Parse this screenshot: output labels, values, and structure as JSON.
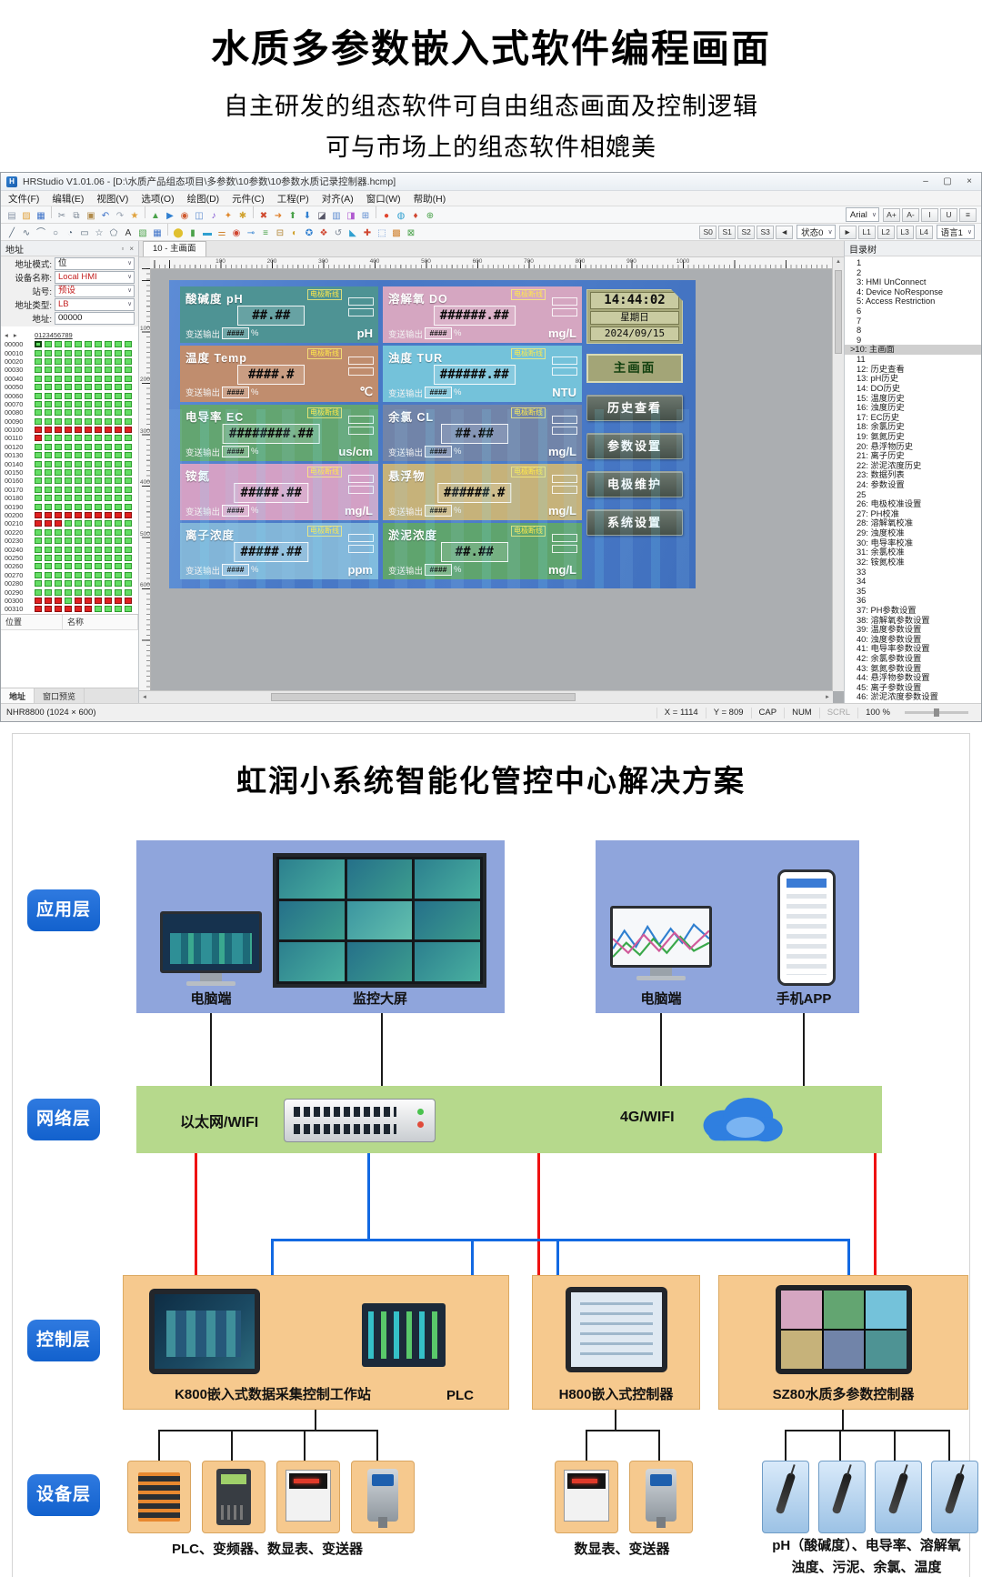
{
  "header": {
    "title": "水质多参数嵌入式软件编程画面",
    "subtitle1": "自主研发的组态软件可自由组态画面及控制逻辑",
    "subtitle2": "可与市场上的组态软件相媲美"
  },
  "app": {
    "window_title": "HRStudio V1.01.06 - [D:\\水质产品组态项目\\多参数\\10参数\\10参数水质记录控制器.hcmp]",
    "window_controls": [
      {
        "g": "–",
        "n": "minimize"
      },
      {
        "g": "▢",
        "n": "maximize"
      },
      {
        "g": "×",
        "n": "close"
      }
    ],
    "menus": [
      "文件(F)",
      "编辑(E)",
      "视图(V)",
      "选项(O)",
      "绘图(D)",
      "元件(C)",
      "工程(P)",
      "对齐(A)",
      "窗口(W)",
      "帮助(H)"
    ],
    "toolbar": {
      "font": "Arial",
      "font_tools": [
        {
          "g": "A+",
          "n": "font-increase"
        },
        {
          "g": "A-",
          "n": "font-decrease"
        },
        {
          "g": "I",
          "n": "italic"
        },
        {
          "g": "U",
          "n": "underline"
        },
        {
          "g": "≡",
          "n": "align"
        }
      ],
      "main": [
        {
          "g": "▤",
          "n": "new-file",
          "c": "#8a96a8"
        },
        {
          "g": "▨",
          "n": "open-file",
          "c": "#e0a23c"
        },
        {
          "g": "▦",
          "n": "save",
          "c": "#3d72c8"
        },
        {
          "g": "✂",
          "n": "cut",
          "c": "#7a8694"
        },
        {
          "g": "⧉",
          "n": "copy",
          "c": "#7a8694"
        },
        {
          "g": "▣",
          "n": "paste",
          "c": "#b08a4a"
        },
        {
          "g": "↶",
          "n": "undo",
          "c": "#3d72c8"
        },
        {
          "g": "↷",
          "n": "redo",
          "c": "#9aa4b2"
        },
        {
          "g": "★",
          "n": "favorite",
          "c": "#e0a23c"
        },
        {
          "g": "▲",
          "n": "compile",
          "c": "#4aa24a"
        },
        {
          "g": "▶",
          "n": "run",
          "c": "#2f7fd0"
        },
        {
          "g": "◉",
          "n": "simulate",
          "c": "#d05a2f"
        },
        {
          "g": "◫",
          "n": "screen-manager",
          "c": "#5a8ad0"
        },
        {
          "g": "♪",
          "n": "audio",
          "c": "#7a4ad0"
        },
        {
          "g": "✦",
          "n": "effect",
          "c": "#e08a2f"
        },
        {
          "g": "✱",
          "n": "settings",
          "c": "#d0a22f"
        },
        {
          "g": "✖",
          "n": "delete",
          "c": "#d04a2f"
        },
        {
          "g": "➜",
          "n": "jump",
          "c": "#e0822f"
        },
        {
          "g": "⬆",
          "n": "upload",
          "c": "#4aa24a"
        },
        {
          "g": "⬇",
          "n": "download",
          "c": "#2f7fd0"
        },
        {
          "g": "◪",
          "n": "device",
          "c": "#556"
        },
        {
          "g": "▥",
          "n": "library",
          "c": "#5a8ad0"
        },
        {
          "g": "◨",
          "n": "split-window",
          "c": "#b05ad0"
        },
        {
          "g": "⊞",
          "n": "grid-view",
          "c": "#5a8ad0"
        },
        {
          "g": "●",
          "n": "record",
          "c": "#e0452f"
        },
        {
          "g": "◍",
          "n": "preview",
          "c": "#2f9fd0"
        },
        {
          "g": "♦",
          "n": "objects",
          "c": "#d0452f"
        },
        {
          "g": "⊕",
          "n": "add-element",
          "c": "#4aa24a"
        }
      ],
      "draw": [
        {
          "g": "╱",
          "n": "line-tool",
          "c": "#5a6b7c"
        },
        {
          "g": "∿",
          "n": "curve-tool",
          "c": "#5a6b7c"
        },
        {
          "g": "⌒",
          "n": "arc-tool",
          "c": "#5a6b7c"
        },
        {
          "g": "○",
          "n": "ellipse-tool",
          "c": "#5a6b7c"
        },
        {
          "g": "◔",
          "n": "pie-tool",
          "c": "#5a6b7c"
        },
        {
          "g": "▭",
          "n": "rect-tool",
          "c": "#5a6b7c"
        },
        {
          "g": "☆",
          "n": "star-tool",
          "c": "#5a6b7c"
        },
        {
          "g": "⬠",
          "n": "polygon-tool",
          "c": "#5a6b7c"
        },
        {
          "g": "A",
          "n": "text-tool",
          "c": "#333"
        },
        {
          "g": "▧",
          "n": "image-tool",
          "c": "#4aa24a"
        },
        {
          "g": "▦",
          "n": "table-tool",
          "c": "#3d72c8"
        },
        {
          "g": "⬤",
          "n": "lamp-element",
          "c": "#e0c02f"
        },
        {
          "g": "▮",
          "n": "switch-element",
          "c": "#4aa24a"
        },
        {
          "g": "▬",
          "n": "bar-element",
          "c": "#2f9fd0"
        },
        {
          "g": "⚌",
          "n": "slider-element",
          "c": "#d0822f"
        },
        {
          "g": "◉",
          "n": "button-element",
          "c": "#d0452f"
        },
        {
          "g": "⊸",
          "n": "pipe-element",
          "c": "#2f7fd0"
        },
        {
          "g": "≡",
          "n": "list-element",
          "c": "#4aa24a"
        },
        {
          "g": "⊟",
          "n": "numeric-element",
          "c": "#b0822f"
        },
        {
          "g": "◐",
          "n": "gauge-element",
          "c": "#d0a22f"
        },
        {
          "g": "✪",
          "n": "meter-element",
          "c": "#2f7fd0"
        },
        {
          "g": "❖",
          "n": "alarm-element",
          "c": "#d0452f"
        },
        {
          "g": "↺",
          "n": "history-element",
          "c": "#7a8694"
        },
        {
          "g": "◣",
          "n": "trend-element",
          "c": "#2f9fd0"
        },
        {
          "g": "✚",
          "n": "cross-element",
          "c": "#d0452f"
        },
        {
          "g": "⬚",
          "n": "frame-element",
          "c": "#5a8ad0"
        },
        {
          "g": "▩",
          "n": "recipe-element",
          "c": "#d0822f"
        },
        {
          "g": "⊠",
          "n": "keypad-element",
          "c": "#4aa24a"
        }
      ],
      "states": [
        "S0",
        "S1",
        "S2",
        "S3"
      ],
      "state_combo": "状态0",
      "langs": [
        "L1",
        "L2",
        "L3",
        "L4"
      ],
      "lang_combo": "语言1"
    },
    "address_panel": {
      "title": "地址",
      "fields": [
        {
          "label": "地址模式:",
          "value": "位",
          "red": false,
          "input": false
        },
        {
          "label": "设备名称:",
          "value": "Local HMI",
          "red": true,
          "input": false
        },
        {
          "label": "站号:",
          "value": "预设",
          "red": true,
          "input": false
        },
        {
          "label": "地址类型:",
          "value": "LB",
          "red": true,
          "input": false
        },
        {
          "label": "地址:",
          "value": "00000",
          "red": false,
          "input": true
        }
      ],
      "grid": {
        "arrows": "◂ ▸",
        "cols": [
          "0",
          "1",
          "2",
          "3",
          "4",
          "5",
          "6",
          "7",
          "8",
          "9"
        ],
        "rows": [
          {
            "addr": "00000",
            "cells": "sggggggggg"
          },
          {
            "addr": "00010",
            "cells": "gggggggggg"
          },
          {
            "addr": "00020",
            "cells": "gggggggggg"
          },
          {
            "addr": "00030",
            "cells": "gggggggggg"
          },
          {
            "addr": "00040",
            "cells": "gggggggggg"
          },
          {
            "addr": "00050",
            "cells": "gggggggggg"
          },
          {
            "addr": "00060",
            "cells": "gggggggggg"
          },
          {
            "addr": "00070",
            "cells": "gggggggggg"
          },
          {
            "addr": "00080",
            "cells": "gggggggggg"
          },
          {
            "addr": "00090",
            "cells": "gggggggggg"
          },
          {
            "addr": "00100",
            "cells": "rrrrrrrrrr"
          },
          {
            "addr": "00110",
            "cells": "rggggggggg"
          },
          {
            "addr": "00120",
            "cells": "gggggggggg"
          },
          {
            "addr": "00130",
            "cells": "gggggggggg"
          },
          {
            "addr": "00140",
            "cells": "gggggggggg"
          },
          {
            "addr": "00150",
            "cells": "gggggggggg"
          },
          {
            "addr": "00160",
            "cells": "gggggggggg"
          },
          {
            "addr": "00170",
            "cells": "gggggggggg"
          },
          {
            "addr": "00180",
            "cells": "gggggggggg"
          },
          {
            "addr": "00190",
            "cells": "gggggggggg"
          },
          {
            "addr": "00200",
            "cells": "rrrrrrrrrr"
          },
          {
            "addr": "00210",
            "cells": "rrrggggggg"
          },
          {
            "addr": "00220",
            "cells": "gggggggggg"
          },
          {
            "addr": "00230",
            "cells": "gggggggggg"
          },
          {
            "addr": "00240",
            "cells": "gggggggggg"
          },
          {
            "addr": "00250",
            "cells": "gggggggggg"
          },
          {
            "addr": "00260",
            "cells": "gggggggggg"
          },
          {
            "addr": "00270",
            "cells": "gggggggggg"
          },
          {
            "addr": "00280",
            "cells": "gggggggggg"
          },
          {
            "addr": "00290",
            "cells": "gggggggggg"
          },
          {
            "addr": "00300",
            "cells": "rrrgrrrrrr"
          },
          {
            "addr": "00310",
            "cells": "rrrrrrgggg"
          }
        ]
      },
      "footer_cols": [
        "位置",
        "名称"
      ],
      "tabs": [
        "地址",
        "窗口预览"
      ]
    },
    "canvas": {
      "tab": "10 - 主画面",
      "ruler_h": [
        100,
        200,
        300,
        400,
        500,
        600,
        700,
        800,
        900,
        1000
      ],
      "ruler_v": [
        100,
        200,
        300,
        400,
        500,
        600
      ]
    },
    "screen": {
      "output_label": "变送输出",
      "percent": "%",
      "tiles": [
        {
          "name": "酸碱度",
          "code": "pH",
          "alarm": "电极断线",
          "value": "##.##",
          "out": "####",
          "unit": "pH",
          "color": "#4e9394"
        },
        {
          "name": "溶解氧",
          "code": "DO",
          "alarm": "电极断线",
          "value": "######.##",
          "out": "####",
          "unit": "mg/L",
          "color": "#d5a6c1"
        },
        {
          "name": "温度",
          "code": "Temp",
          "alarm": "电极断线",
          "value": "####.#",
          "out": "####",
          "unit": "℃",
          "color": "#c08d6e"
        },
        {
          "name": "浊度",
          "code": "TUR",
          "alarm": "电极断线",
          "value": "######.##",
          "out": "####",
          "unit": "NTU",
          "color": "#74c2da"
        },
        {
          "name": "电导率",
          "code": "EC",
          "alarm": "电极断线",
          "value": "########.##",
          "out": "####",
          "unit": "us/cm",
          "color": "#63a571"
        },
        {
          "name": "余氯",
          "code": "CL",
          "alarm": "电极断线",
          "value": "##.##",
          "out": "####",
          "unit": "mg/L",
          "color": "#7184a9"
        },
        {
          "name": "铵氮",
          "code": "",
          "alarm": "电极断线",
          "value": "#####.##",
          "out": "####",
          "unit": "mg/L",
          "color": "#d3a0c5"
        },
        {
          "name": "悬浮物",
          "code": "",
          "alarm": "电极断线",
          "value": "######.#",
          "out": "####",
          "unit": "mg/L",
          "color": "#c6b27a"
        },
        {
          "name": "离子浓度",
          "code": "",
          "alarm": "电极断线",
          "value": "#####.##",
          "out": "####",
          "unit": "ppm",
          "color": "#82b5d8"
        },
        {
          "name": "淤泥浓度",
          "code": "",
          "alarm": "电极断线",
          "value": "##.##",
          "out": "####",
          "unit": "mg/L",
          "color": "#5fa46e"
        }
      ],
      "clock": {
        "time": "14:44:02",
        "weekday": "星期日",
        "date": "2024/09/15"
      },
      "home": "主画面",
      "nav": [
        "历史查看",
        "参数设置",
        "电极维护",
        "系统设置"
      ]
    },
    "tree": {
      "title": "目录树",
      "items": [
        {
          "t": "1"
        },
        {
          "t": "2"
        },
        {
          "t": "3: HMI UnConnect"
        },
        {
          "t": "4: Device NoResponse"
        },
        {
          "t": "5: Access Restriction"
        },
        {
          "t": "6"
        },
        {
          "t": "7"
        },
        {
          "t": "8"
        },
        {
          "t": "9"
        },
        {
          "t": ">10: 主画面",
          "sel": true
        },
        {
          "t": "11"
        },
        {
          "t": "12: 历史查看"
        },
        {
          "t": "13: pH历史"
        },
        {
          "t": "14: DO历史"
        },
        {
          "t": "15: 温度历史"
        },
        {
          "t": "16: 浊度历史"
        },
        {
          "t": "17: EC历史"
        },
        {
          "t": "18: 余氯历史"
        },
        {
          "t": "19: 氨氮历史"
        },
        {
          "t": "20: 悬浮物历史"
        },
        {
          "t": "21: 离子历史"
        },
        {
          "t": "22: 淤泥浓度历史"
        },
        {
          "t": "23: 数据列表"
        },
        {
          "t": "24: 参数设置"
        },
        {
          "t": "25"
        },
        {
          "t": "26: 电极校准设置"
        },
        {
          "t": "27: PH校准"
        },
        {
          "t": "28: 溶解氧校准"
        },
        {
          "t": "29: 浊度校准"
        },
        {
          "t": "30: 电导率校准"
        },
        {
          "t": "31: 余氯校准"
        },
        {
          "t": "32: 铵氮校准"
        },
        {
          "t": "33"
        },
        {
          "t": "34"
        },
        {
          "t": "35"
        },
        {
          "t": "36"
        },
        {
          "t": "37: PH参数设置"
        },
        {
          "t": "38: 溶解氧参数设置"
        },
        {
          "t": "39: 温度参数设置"
        },
        {
          "t": "40: 浊度参数设置"
        },
        {
          "t": "41: 电导率参数设置"
        },
        {
          "t": "42: 余氯参数设置"
        },
        {
          "t": "43: 氨氮参数设置"
        },
        {
          "t": "44: 悬浮物参数设置"
        },
        {
          "t": "45: 离子参数设置"
        },
        {
          "t": "46: 淤泥浓度参数设置"
        }
      ]
    },
    "status": {
      "device": "NHR8800 (1024 × 600)",
      "x": "X = 1114",
      "y": "Y = 809",
      "flags": [
        "CAP",
        "NUM",
        "SCRL"
      ],
      "zoom": "100 %"
    }
  },
  "poster": {
    "title": "虹润小系统智能化管控中心解决方案",
    "layers": [
      "应用层",
      "网络层",
      "控制层",
      "设备层"
    ],
    "app_labels": [
      "电脑端",
      "监控大屏",
      "电脑端",
      "手机APP"
    ],
    "network_labels": [
      "以太网/WIFI",
      "4G/WIFI"
    ],
    "control_panels": [
      {
        "label": "K800嵌入式数据采集控制工作站",
        "label2": "PLC"
      },
      {
        "label": "H800嵌入式控制器"
      },
      {
        "label": "SZ80水质多参数控制器"
      }
    ],
    "device_groups": [
      {
        "label": "PLC、变频器、数显表、变送器",
        "tiles": [
          "plc",
          "vfd",
          "meter",
          "transmitter"
        ]
      },
      {
        "label": "数显表、变送器",
        "tiles": [
          "meter",
          "transmitter"
        ]
      },
      {
        "label": "pH（酸碱度）、电导率、溶解氧",
        "label2": "浊度、污泥、余氯、温度",
        "tiles": [
          "sensor",
          "sensor",
          "sensor",
          "sensor"
        ]
      }
    ]
  }
}
